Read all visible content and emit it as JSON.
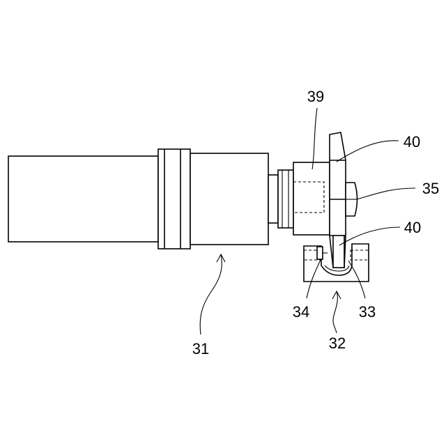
{
  "labels": {
    "l31": "31",
    "l32": "32",
    "l33": "33",
    "l34": "34",
    "l35": "35",
    "l39": "39",
    "l40_top": "40",
    "l40_bottom": "40"
  }
}
